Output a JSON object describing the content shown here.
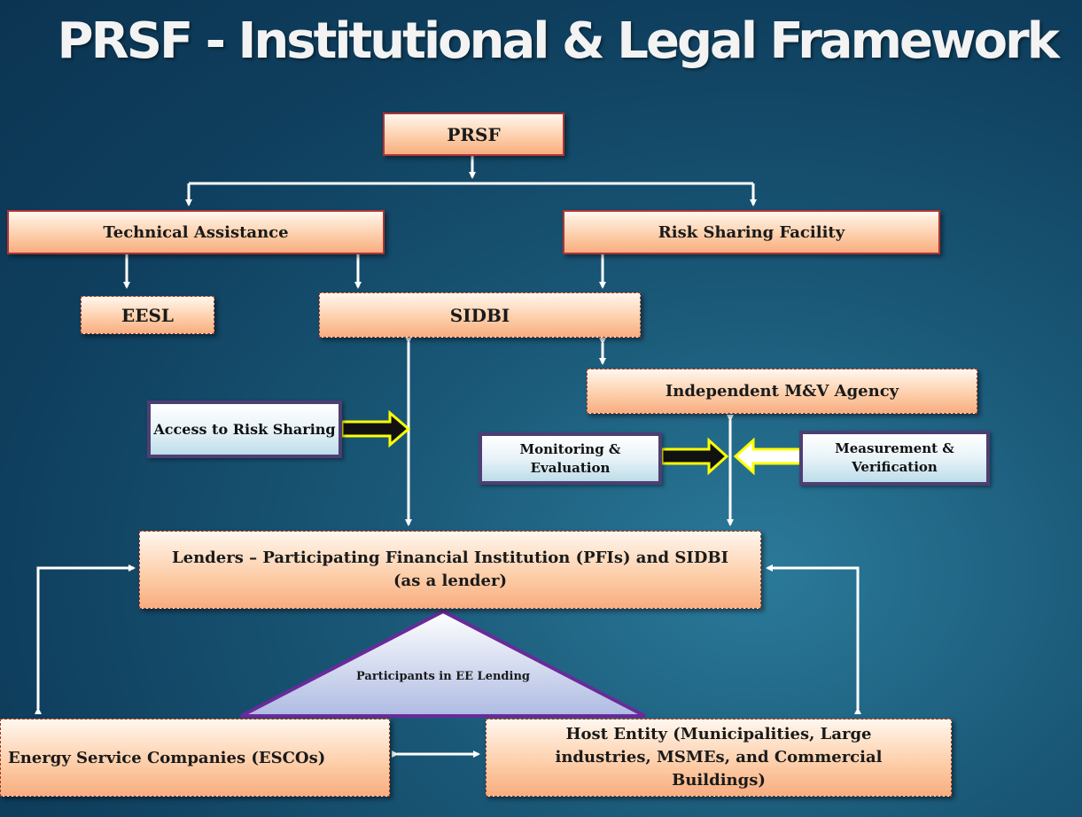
{
  "title": "PRSF - Institutional & Legal Framework",
  "nodes": {
    "prsf": "PRSF",
    "technical_assistance": "Technical Assistance",
    "risk_sharing_facility": "Risk Sharing Facility",
    "eesl": "EESL",
    "sidbi": "SIDBI",
    "mv_agency": "Independent M&V Agency",
    "access_risk_sharing": "Access to Risk Sharing",
    "monitoring_evaluation": "Monitoring & Evaluation",
    "measurement_verification": "Measurement & Verification",
    "lenders": "Lenders – Participating Financial Institution (PFIs) and SIDBI (as a lender)",
    "participants": "Participants in EE Lending",
    "escos": "Energy Service Companies (ESCOs)",
    "host_entity": "Host Entity (Municipalities, Large industries, MSMEs, and Commercial Buildings)"
  },
  "colors": {
    "box_fill_top": "#fff7ee",
    "box_fill_bottom": "#f8ad7f",
    "box_border": "#b13434",
    "blue_box_border": "#4d3f73",
    "hollow_arrow": "#ffff00",
    "triangle_fill": "#b9c3e6",
    "triangle_border": "#6a2a9a",
    "connector": "#ffffff"
  }
}
